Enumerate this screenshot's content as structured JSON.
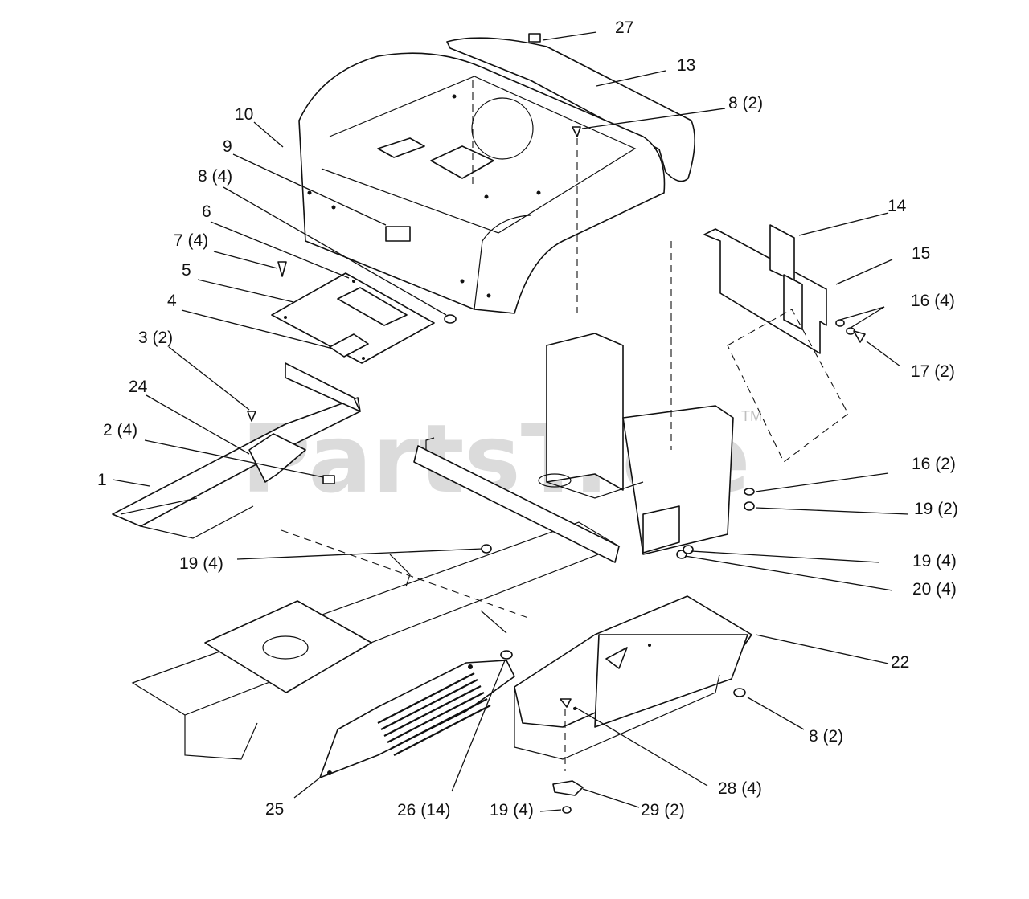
{
  "watermark": {
    "text": "PartsTree",
    "trademark": "TM"
  },
  "callouts": [
    {
      "id": "c27",
      "label": "27"
    },
    {
      "id": "c13",
      "label": "13"
    },
    {
      "id": "c8a",
      "label": "8 (2)"
    },
    {
      "id": "c10",
      "label": "10"
    },
    {
      "id": "c9",
      "label": "9"
    },
    {
      "id": "c8b",
      "label": "8 (4)"
    },
    {
      "id": "c6",
      "label": "6"
    },
    {
      "id": "c7",
      "label": "7 (4)"
    },
    {
      "id": "c5",
      "label": "5"
    },
    {
      "id": "c4",
      "label": "4"
    },
    {
      "id": "c3",
      "label": "3 (2)"
    },
    {
      "id": "c24",
      "label": "24"
    },
    {
      "id": "c2",
      "label": "2 (4)"
    },
    {
      "id": "c1",
      "label": "1"
    },
    {
      "id": "c14",
      "label": "14"
    },
    {
      "id": "c15",
      "label": "15"
    },
    {
      "id": "c16a",
      "label": "16 (4)"
    },
    {
      "id": "c17",
      "label": "17 (2)"
    },
    {
      "id": "c16b",
      "label": "16 (2)"
    },
    {
      "id": "c19a",
      "label": "19 (2)"
    },
    {
      "id": "c19b",
      "label": "19 (4)"
    },
    {
      "id": "c20",
      "label": "20 (4)"
    },
    {
      "id": "c19c",
      "label": "19 (4)"
    },
    {
      "id": "c22",
      "label": "22"
    },
    {
      "id": "c8c",
      "label": "8 (2)"
    },
    {
      "id": "c28",
      "label": "28 (4)"
    },
    {
      "id": "c25",
      "label": "25"
    },
    {
      "id": "c26",
      "label": "26 (14)"
    },
    {
      "id": "c19d",
      "label": "19 (4)"
    },
    {
      "id": "c29",
      "label": "29 (2)"
    }
  ]
}
